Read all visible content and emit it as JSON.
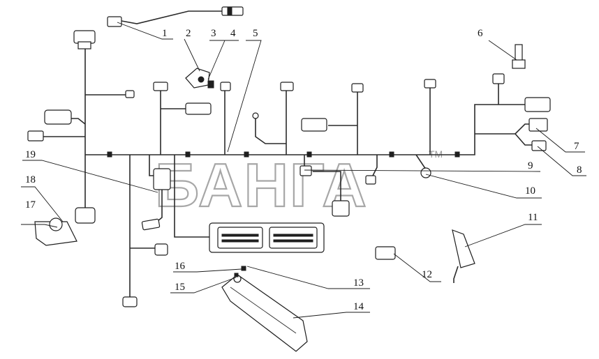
{
  "watermark": {
    "text": "БАНГА",
    "tm": "TM"
  },
  "callouts": [
    {
      "id": "c1",
      "label": "1"
    },
    {
      "id": "c2",
      "label": "2"
    },
    {
      "id": "c3",
      "label": "3"
    },
    {
      "id": "c4",
      "label": "4"
    },
    {
      "id": "c5",
      "label": "5"
    },
    {
      "id": "c6",
      "label": "6"
    },
    {
      "id": "c7",
      "label": "7"
    },
    {
      "id": "c8",
      "label": "8"
    },
    {
      "id": "c9",
      "label": "9"
    },
    {
      "id": "c10",
      "label": "10"
    },
    {
      "id": "c11",
      "label": "11"
    },
    {
      "id": "c12",
      "label": "12"
    },
    {
      "id": "c13",
      "label": "13"
    },
    {
      "id": "c14",
      "label": "14"
    },
    {
      "id": "c15",
      "label": "15"
    },
    {
      "id": "c16",
      "label": "16"
    },
    {
      "id": "c17",
      "label": "17"
    },
    {
      "id": "c18",
      "label": "18"
    },
    {
      "id": "c19",
      "label": "19"
    }
  ]
}
